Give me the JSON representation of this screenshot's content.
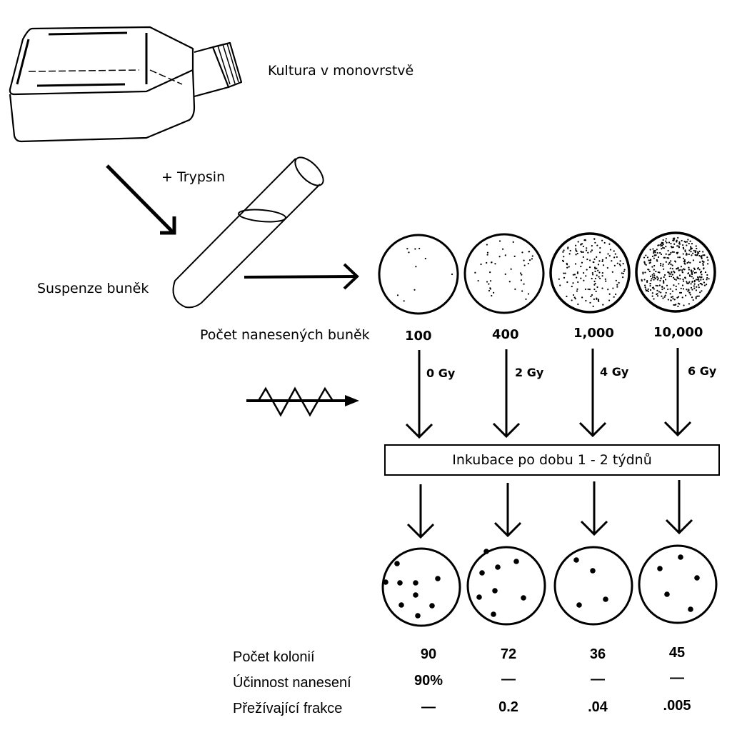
{
  "labels": {
    "culture": "Kultura v monovrstvě",
    "trypsin": "+ Trypsin",
    "suspension": "Suspenze buněk",
    "cells_seeded": "Počet nanesených buněk",
    "incubation": "Inkubace po dobu 1 - 2 týdnů"
  },
  "dishes": [
    {
      "seeded": "100",
      "dose": "0 Gy",
      "colonies": "90",
      "plating_efficiency": "90%",
      "surviving_fraction": "—"
    },
    {
      "seeded": "400",
      "dose": "2 Gy",
      "colonies": "72",
      "plating_efficiency": "—",
      "surviving_fraction": "0.2"
    },
    {
      "seeded": "1,000",
      "dose": "4 Gy",
      "colonies": "36",
      "plating_efficiency": "—",
      "surviving_fraction": ".04"
    },
    {
      "seeded": "10,000",
      "dose": "6 Gy",
      "colonies": "45",
      "plating_efficiency": "—",
      "surviving_fraction": ".005"
    }
  ],
  "table": {
    "row_colonies": "Počet kolonií",
    "row_plating": "Účinnost nanesení",
    "row_survival": "Přežívající frakce"
  },
  "icons": {
    "flask": "culture-flask-icon",
    "tube": "test-tube-icon",
    "radiation": "radiation-wave-arrow-icon"
  }
}
